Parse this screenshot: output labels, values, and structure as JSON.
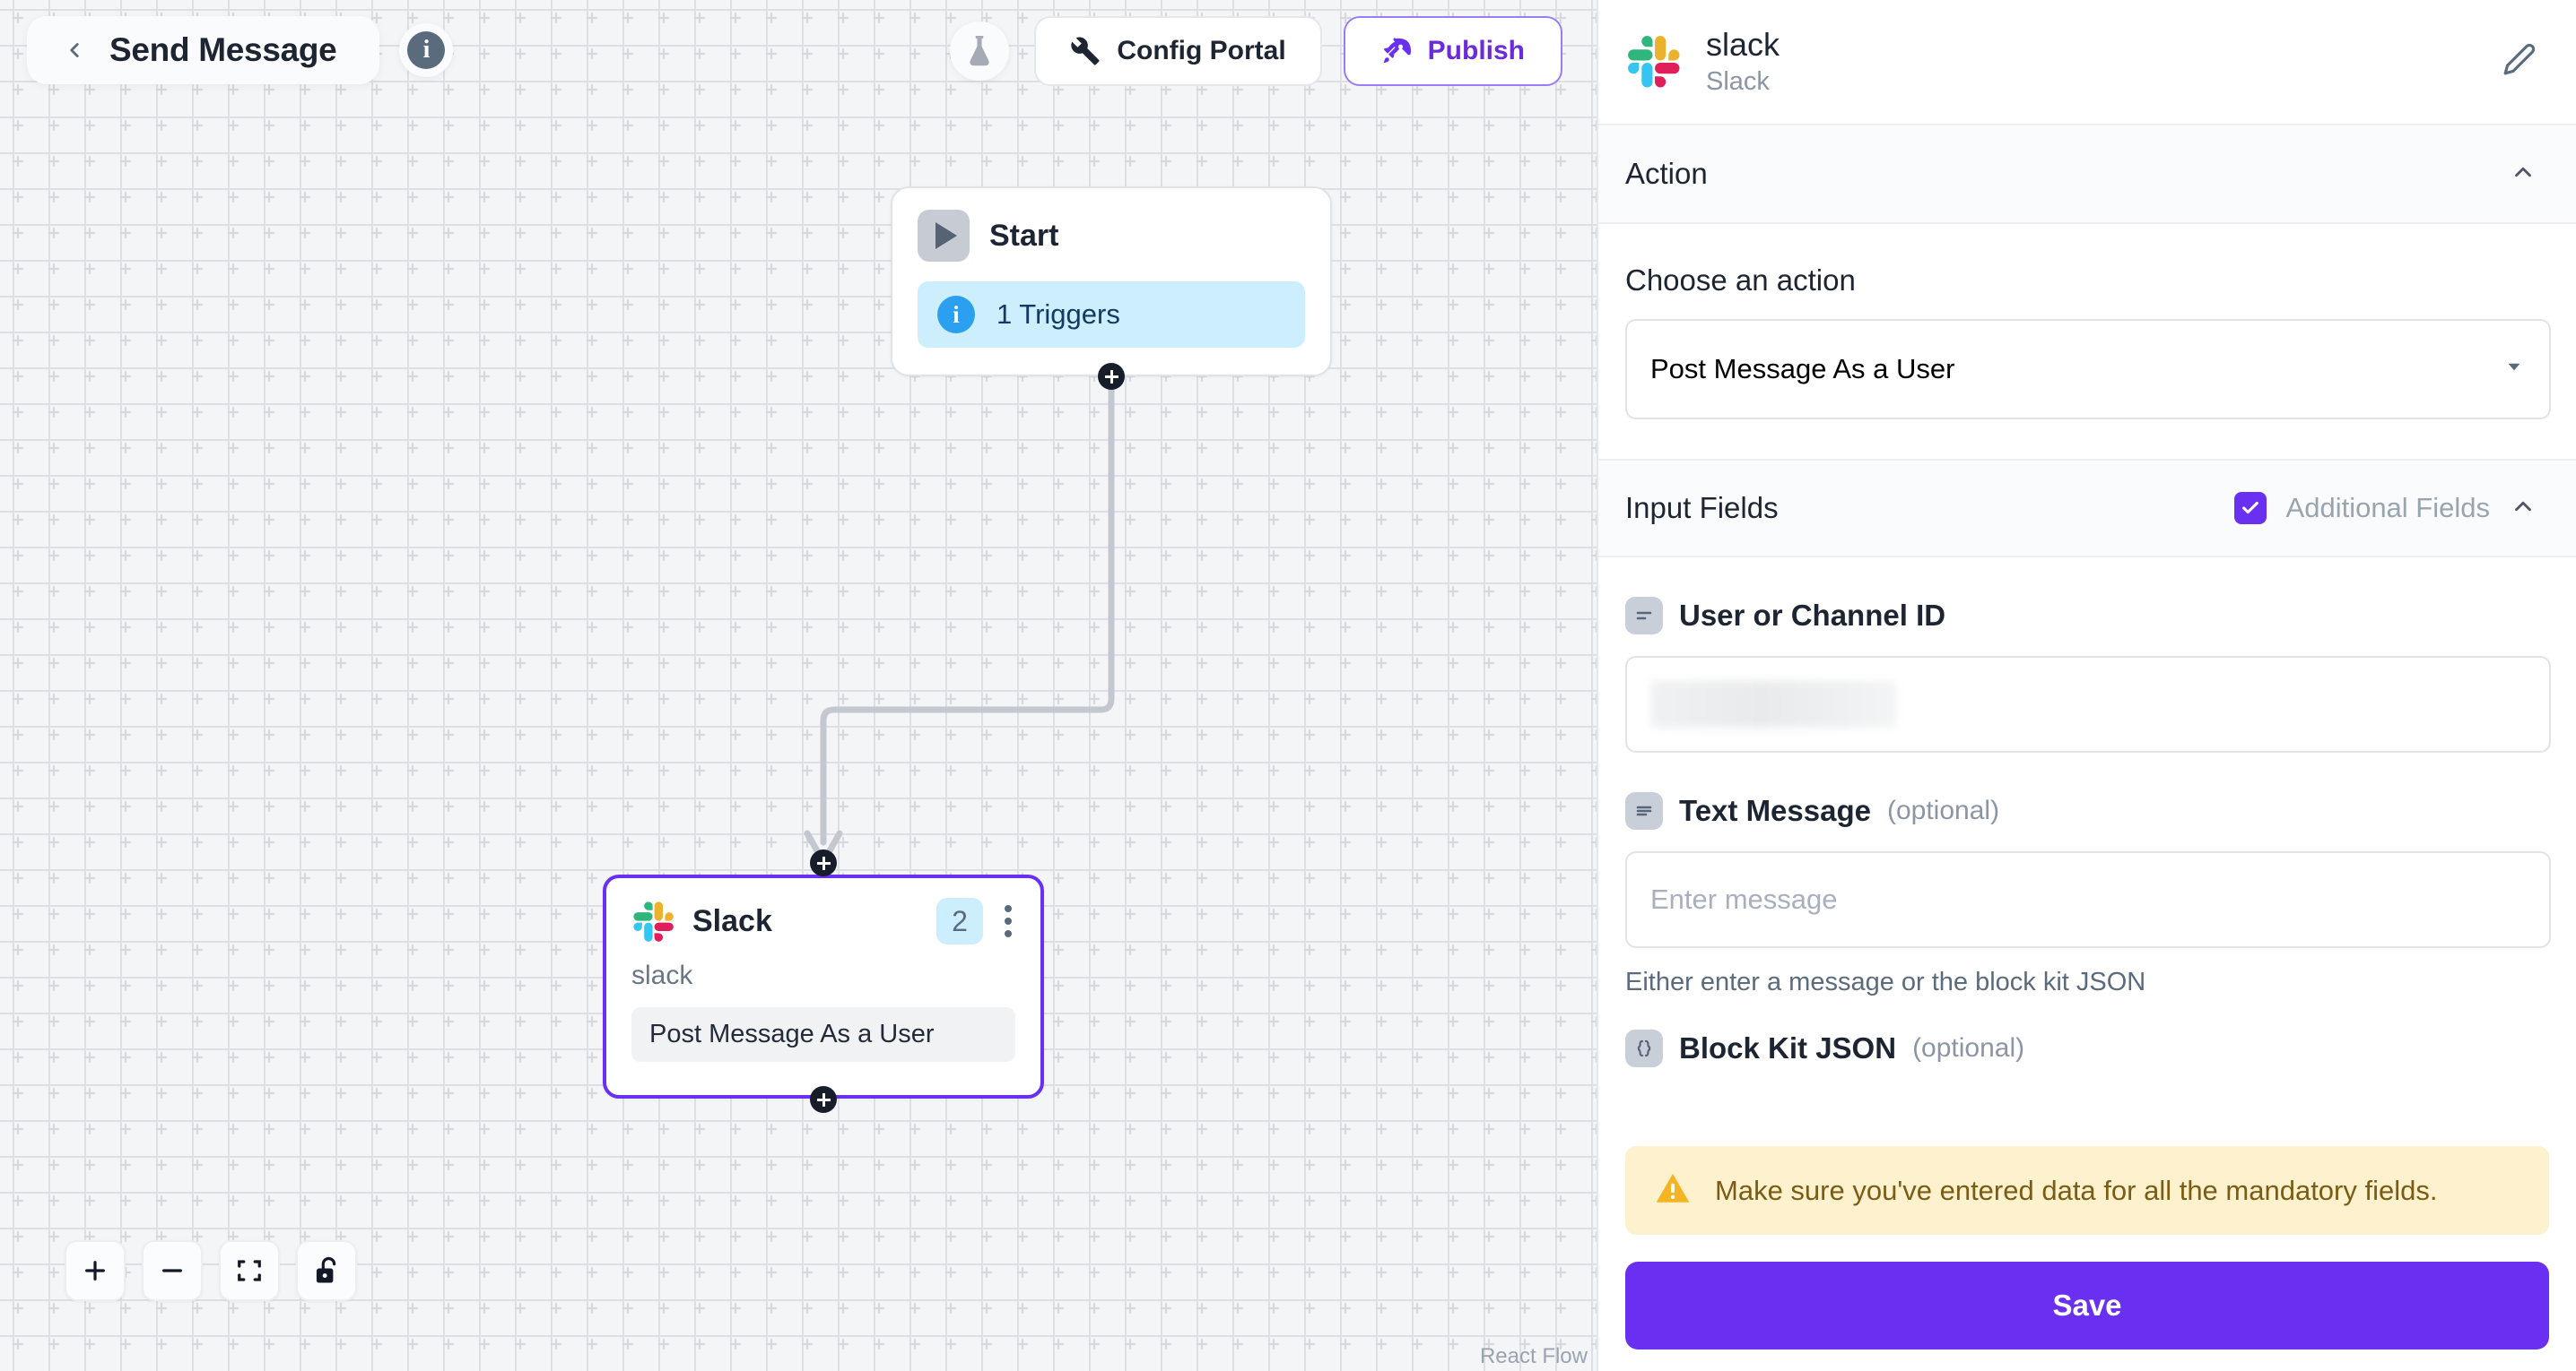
{
  "header": {
    "back_icon": "chevron-left-icon",
    "title": "Send Message",
    "info_icon": "info-icon",
    "info_glyph": "i",
    "flask_icon": "flask-icon",
    "config_portal_label": "Config Portal",
    "config_portal_icon": "wrench-icon",
    "publish_label": "Publish",
    "publish_icon": "rocket-icon"
  },
  "canvas": {
    "attribution": "React Flow",
    "zoom_controls": [
      {
        "name": "zoom-in-button",
        "icon": "plus-icon"
      },
      {
        "name": "zoom-out-button",
        "icon": "minus-icon"
      },
      {
        "name": "fit-view-button",
        "icon": "fit-view-icon"
      },
      {
        "name": "lock-toggle-button",
        "icon": "unlock-icon"
      }
    ],
    "nodes": {
      "start": {
        "icon": "play-icon",
        "title": "Start",
        "trigger_icon": "info-icon",
        "trigger_label": "1 Triggers"
      },
      "slack": {
        "icon": "slack-logo-icon",
        "title": "Slack",
        "badge": "2",
        "menu_icon": "kebab-menu-icon",
        "subtitle": "slack",
        "action": "Post Message As a User"
      }
    }
  },
  "panel": {
    "app_icon": "slack-logo-icon",
    "app_name": "slack",
    "app_type": "Slack",
    "edit_icon": "pencil-icon",
    "action_section": {
      "title": "Action",
      "collapse_icon": "chevron-up-icon",
      "choose_label": "Choose an action",
      "selected_action": "Post Message As a User",
      "dropdown_icon": "chevron-down-icon"
    },
    "input_section": {
      "title": "Input Fields",
      "additional_fields_label": "Additional Fields",
      "additional_fields_checked": true,
      "check_icon": "check-icon",
      "collapse_icon": "chevron-up-icon",
      "fields": [
        {
          "name": "user-or-channel-id",
          "icon": "text-field-icon",
          "label": "User or Channel ID",
          "optional": "",
          "value": "",
          "placeholder": "",
          "redacted": true,
          "helper": ""
        },
        {
          "name": "text-message",
          "icon": "text-field-icon",
          "label": "Text Message",
          "optional": "(optional)",
          "value": "",
          "placeholder": "Enter message",
          "redacted": false,
          "helper": "Either enter a message or the block kit JSON"
        },
        {
          "name": "block-kit-json",
          "icon": "json-field-icon",
          "label": "Block Kit JSON",
          "optional": "(optional)",
          "value": "",
          "placeholder": "",
          "redacted": false,
          "helper": ""
        }
      ]
    },
    "warning": {
      "icon": "warning-triangle-icon",
      "text": "Make sure you've entered data for all the mandatory fields."
    },
    "save_label": "Save"
  },
  "colors": {
    "accent_purple": "#6930f2",
    "node_selected": "#6930f2",
    "badge_blue": "#cdeefd",
    "warning_bg": "#fdf2cd",
    "warning_text": "#7a5c15",
    "canvas_bg": "#f4f5f7"
  }
}
